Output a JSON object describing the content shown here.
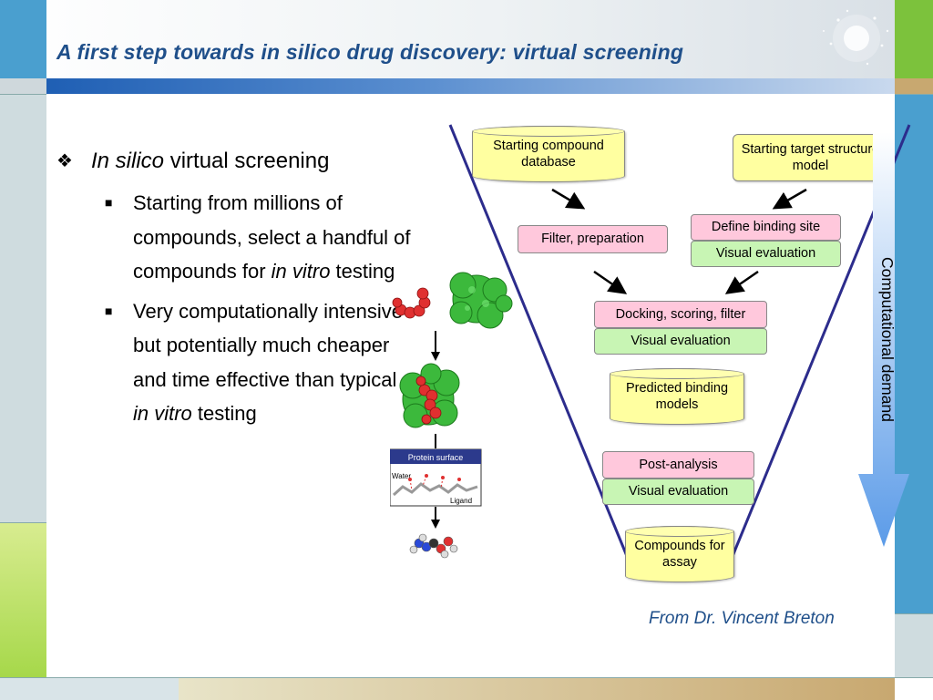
{
  "slide": {
    "title": "A first step towards in silico drug discovery: virtual screening",
    "bullets": {
      "main": {
        "italic": "In silico",
        "rest": " virtual screening"
      },
      "sub1": {
        "text": "Starting from millions of compounds, select a handful of compounds for ",
        "italic": "in vitro",
        "end": " testing"
      },
      "sub2": {
        "text": "Very computationally intensive but potentially much cheaper and time effective than typical ",
        "italic": "in vitro",
        "end": " testing"
      }
    },
    "credit": "From Dr. Vincent Breton"
  },
  "flow": {
    "starting_compound_database": "Starting compound database",
    "starting_target_structure": "Starting target structure model",
    "filter_preparation": "Filter, preparation",
    "define_binding_site": "Define binding site",
    "visual_evaluation": "Visual evaluation",
    "docking": "Docking, scoring, filter",
    "predicted_models": "Predicted binding models",
    "post_analysis": "Post-analysis",
    "compounds_for_assay": "Compounds for assay"
  },
  "demand_label": "Computational demand",
  "inset": {
    "protein_surface": "Protein surface",
    "water": "Water",
    "ligand": "Ligand"
  },
  "colors": {
    "title": "#1f4f8a",
    "funnel": "#2c2c8c",
    "box_yellow": "#ffffa0",
    "box_pink": "#ffc8dc",
    "box_green": "#c8f5b4",
    "demand_arrow": "#5b9be8"
  }
}
